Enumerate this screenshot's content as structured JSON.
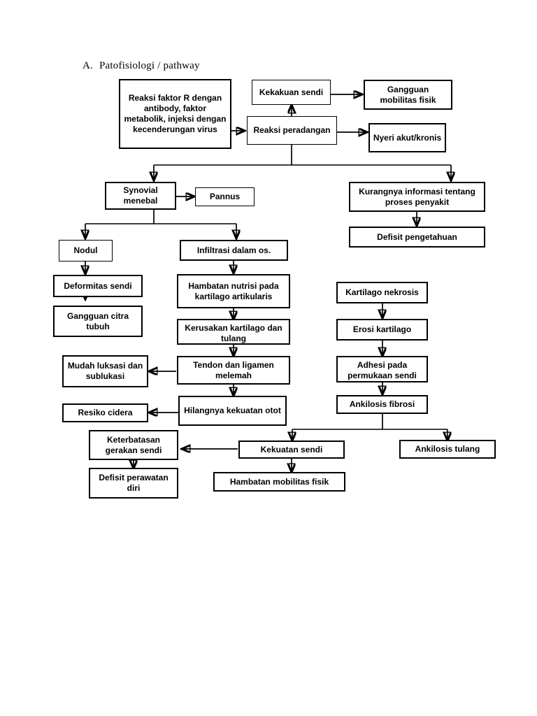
{
  "document": {
    "heading_letter": "A.",
    "heading_text": "Patofisiologi / pathway"
  },
  "diagram": {
    "type": "flowchart",
    "title": "Patofisiologi / pathway",
    "nodes": [
      {
        "id": "reaksi-faktor",
        "label": "Reaksi faktor R dengan antibody, faktor metabolik, injeksi dengan kecenderungan virus"
      },
      {
        "id": "kekakuan-sendi",
        "label": "Kekakuan sendi"
      },
      {
        "id": "gangguan-mobilitas",
        "label": "Gangguan mobilitas fisik"
      },
      {
        "id": "reaksi-peradangan",
        "label": "Reaksi peradangan"
      },
      {
        "id": "nyeri",
        "label": "Nyeri akut/kronis"
      },
      {
        "id": "synovial-menebal",
        "label": "Synovial menebal"
      },
      {
        "id": "pannus",
        "label": "Pannus"
      },
      {
        "id": "kurangnya-informasi",
        "label": "Kurangnya informasi tentang proses penyakit"
      },
      {
        "id": "defisit-pengetahuan",
        "label": "Defisit pengetahuan"
      },
      {
        "id": "nodul",
        "label": "Nodul"
      },
      {
        "id": "infiltrasi",
        "label": "Infiltrasi dalam os."
      },
      {
        "id": "deformitas-sendi",
        "label": "Deformitas sendi"
      },
      {
        "id": "hambatan-nutrisi",
        "label": "Hambatan nutrisi pada kartilago artikularis"
      },
      {
        "id": "kartilago-nekrosis",
        "label": "Kartilago nekrosis"
      },
      {
        "id": "gangguan-citra",
        "label": "Gangguan citra tubuh"
      },
      {
        "id": "kerusakan-kartilago",
        "label": "Kerusakan kartilago dan tulang"
      },
      {
        "id": "erosi-kartilago",
        "label": "Erosi kartilago"
      },
      {
        "id": "mudah-luksasi",
        "label": "Mudah luksasi dan sublukasi"
      },
      {
        "id": "tendon-ligamen",
        "label": "Tendon dan ligamen melemah"
      },
      {
        "id": "adhesi-permukaan",
        "label": "Adhesi pada permukaan sendi"
      },
      {
        "id": "resiko-cidera",
        "label": "Resiko cidera"
      },
      {
        "id": "hilangnya-kekuatan",
        "label": "Hilangnya kekuatan otot"
      },
      {
        "id": "ankilosis-fibrosi",
        "label": "Ankilosis fibrosi"
      },
      {
        "id": "keterbatasan-gerakan",
        "label": "Keterbatasan gerakan sendi"
      },
      {
        "id": "kekuatan-sendi",
        "label": "Kekuatan sendi"
      },
      {
        "id": "ankilosis-tulang",
        "label": "Ankilosis tulang"
      },
      {
        "id": "defisit-perawatan",
        "label": "Defisit perawatan diri"
      },
      {
        "id": "hambatan-mobilitas",
        "label": "Hambatan mobilitas fisik"
      }
    ],
    "edges": [
      {
        "from": "reaksi-faktor",
        "to": "reaksi-peradangan"
      },
      {
        "from": "reaksi-peradangan",
        "to": "kekakuan-sendi"
      },
      {
        "from": "kekakuan-sendi",
        "to": "gangguan-mobilitas"
      },
      {
        "from": "reaksi-peradangan",
        "to": "nyeri"
      },
      {
        "from": "reaksi-peradangan",
        "to": "synovial-menebal"
      },
      {
        "from": "reaksi-peradangan",
        "to": "kurangnya-informasi"
      },
      {
        "from": "synovial-menebal",
        "to": "pannus"
      },
      {
        "from": "synovial-menebal",
        "to": "nodul"
      },
      {
        "from": "synovial-menebal",
        "to": "infiltrasi"
      },
      {
        "from": "kurangnya-informasi",
        "to": "defisit-pengetahuan"
      },
      {
        "from": "nodul",
        "to": "deformitas-sendi"
      },
      {
        "from": "infiltrasi",
        "to": "hambatan-nutrisi"
      },
      {
        "from": "hambatan-nutrisi",
        "to": "kerusakan-kartilago"
      },
      {
        "from": "kerusakan-kartilago",
        "to": "tendon-ligamen"
      },
      {
        "from": "tendon-ligamen",
        "to": "mudah-luksasi"
      },
      {
        "from": "tendon-ligamen",
        "to": "hilangnya-kekuatan"
      },
      {
        "from": "hilangnya-kekuatan",
        "to": "resiko-cidera"
      },
      {
        "from": "kartilago-nekrosis",
        "to": "erosi-kartilago"
      },
      {
        "from": "erosi-kartilago",
        "to": "adhesi-permukaan"
      },
      {
        "from": "adhesi-permukaan",
        "to": "ankilosis-fibrosi"
      },
      {
        "from": "ankilosis-fibrosi",
        "to": "kekuatan-sendi"
      },
      {
        "from": "ankilosis-fibrosi",
        "to": "ankilosis-tulang"
      },
      {
        "from": "kekuatan-sendi",
        "to": "keterbatasan-gerakan"
      },
      {
        "from": "kekuatan-sendi",
        "to": "hambatan-mobilitas"
      },
      {
        "from": "keterbatasan-gerakan",
        "to": "defisit-perawatan"
      }
    ]
  },
  "colors": {
    "background": "#ffffff",
    "stroke": "#000000",
    "text": "#000000"
  }
}
